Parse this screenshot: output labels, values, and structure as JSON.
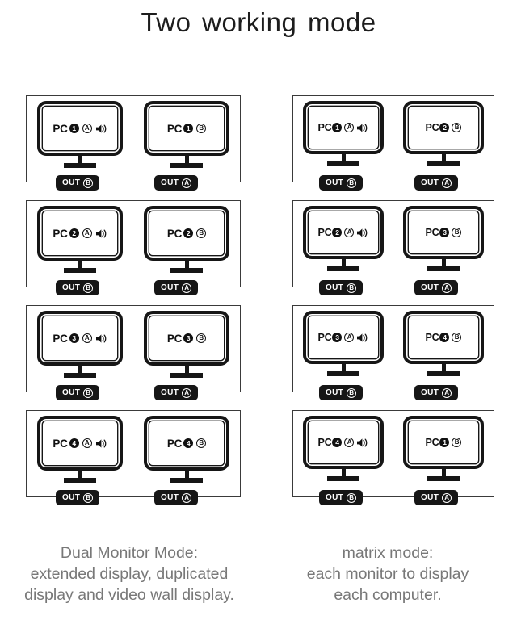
{
  "title": "Two  working mode",
  "labels": {
    "pc_prefix": "PC",
    "out_text": "OUT",
    "port_a": "A",
    "port_b": "B"
  },
  "icons": {
    "speaker": "speaker-icon"
  },
  "columns": [
    {
      "id": "dual-monitor-mode",
      "panels": [
        {
          "left_monitor": {
            "pc": "PC",
            "pc_num": "1",
            "port": "A",
            "speaker": true
          },
          "right_monitor": {
            "pc": "PC",
            "pc_num": "1",
            "port": "B",
            "speaker": false
          },
          "out_left": {
            "text": "OUT",
            "port": "B"
          },
          "out_right": {
            "text": "OUT",
            "port": "A"
          }
        },
        {
          "left_monitor": {
            "pc": "PC",
            "pc_num": "2",
            "port": "A",
            "speaker": true
          },
          "right_monitor": {
            "pc": "PC",
            "pc_num": "2",
            "port": "B",
            "speaker": false
          },
          "out_left": {
            "text": "OUT",
            "port": "B"
          },
          "out_right": {
            "text": "OUT",
            "port": "A"
          }
        },
        {
          "left_monitor": {
            "pc": "PC",
            "pc_num": "3",
            "port": "A",
            "speaker": true
          },
          "right_monitor": {
            "pc": "PC",
            "pc_num": "3",
            "port": "B",
            "speaker": false
          },
          "out_left": {
            "text": "OUT",
            "port": "B"
          },
          "out_right": {
            "text": "OUT",
            "port": "A"
          }
        },
        {
          "left_monitor": {
            "pc": "PC",
            "pc_num": "4",
            "port": "A",
            "speaker": true
          },
          "right_monitor": {
            "pc": "PC",
            "pc_num": "4",
            "port": "B",
            "speaker": false
          },
          "out_left": {
            "text": "OUT",
            "port": "B"
          },
          "out_right": {
            "text": "OUT",
            "port": "A"
          }
        }
      ],
      "caption_lines": [
        "Dual Monitor Mode:",
        "extended display, duplicated",
        "display and video wall display."
      ]
    },
    {
      "id": "matrix-mode",
      "panels": [
        {
          "left_monitor": {
            "pc": "PC",
            "pc_num": "1",
            "port": "A",
            "speaker": true
          },
          "right_monitor": {
            "pc": "PC",
            "pc_num": "2",
            "port": "B",
            "speaker": false
          },
          "out_left": {
            "text": "OUT",
            "port": "B"
          },
          "out_right": {
            "text": "OUT",
            "port": "A"
          }
        },
        {
          "left_monitor": {
            "pc": "PC",
            "pc_num": "2",
            "port": "A",
            "speaker": true
          },
          "right_monitor": {
            "pc": "PC",
            "pc_num": "3",
            "port": "B",
            "speaker": false
          },
          "out_left": {
            "text": "OUT",
            "port": "B"
          },
          "out_right": {
            "text": "OUT",
            "port": "A"
          }
        },
        {
          "left_monitor": {
            "pc": "PC",
            "pc_num": "3",
            "port": "A",
            "speaker": true
          },
          "right_monitor": {
            "pc": "PC",
            "pc_num": "4",
            "port": "B",
            "speaker": false
          },
          "out_left": {
            "text": "OUT",
            "port": "B"
          },
          "out_right": {
            "text": "OUT",
            "port": "A"
          }
        },
        {
          "left_monitor": {
            "pc": "PC",
            "pc_num": "4",
            "port": "A",
            "speaker": true
          },
          "right_monitor": {
            "pc": "PC",
            "pc_num": "1",
            "port": "B",
            "speaker": false
          },
          "out_left": {
            "text": "OUT",
            "port": "B"
          },
          "out_right": {
            "text": "OUT",
            "port": "A"
          }
        }
      ],
      "caption_lines": [
        "matrix mode:",
        "each monitor to display",
        "each computer."
      ]
    }
  ],
  "colors": {
    "ink": "#161616",
    "frame": "#3a3a3a",
    "caption": "#787878",
    "background": "#ffffff"
  }
}
